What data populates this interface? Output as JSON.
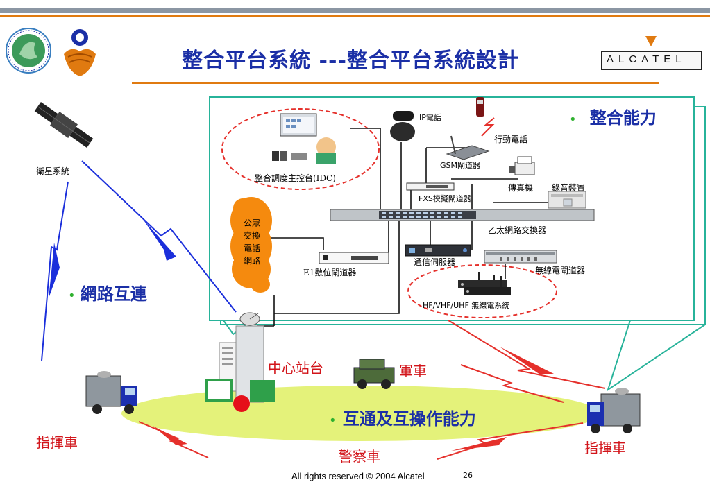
{
  "title": "整合平台系統 ---整合平台系統設計",
  "brand": {
    "name": "ALCATEL",
    "accent": "#e07a10"
  },
  "colors": {
    "title_blue": "#1b2fa6",
    "teal_frame": "#27b39a",
    "orange": "#f58a0e",
    "lime": "#e4f27a",
    "red": "#d2141a"
  },
  "satellite": {
    "label": "衛星系統"
  },
  "network_box": {
    "idc_label": "整合調度主控台(IDC)",
    "pstn_lines": [
      "公眾",
      "交換",
      "電話",
      "網路"
    ],
    "ip_phone": "IP電話",
    "mobile_phone": "行動電話",
    "gsm_gateway": "GSM閘道器",
    "fax": "傳真機",
    "recorder": "錄音裝置",
    "fxs_gateway": "FXS模擬閘道器",
    "ethernet_switch": "乙太網路交換器",
    "e1_gateway": "E1數位閘道器",
    "comm_server": "通信伺服器",
    "radio_gateway": "無線電閘道器",
    "radio_system": "HF/VHF/UHF 無線電系統"
  },
  "capabilities": {
    "integration": "整合能力",
    "networking": "網路互連",
    "interop": "互通及互操作能力"
  },
  "field": {
    "center": "中心站台",
    "military_vehicle": "軍車",
    "command_vehicle_left": "指揮車",
    "command_vehicle_right": "指揮車",
    "police_vehicle": "警察車"
  },
  "footer": {
    "copyright": "All rights reserved © 2004 Alcatel",
    "page": "26"
  }
}
